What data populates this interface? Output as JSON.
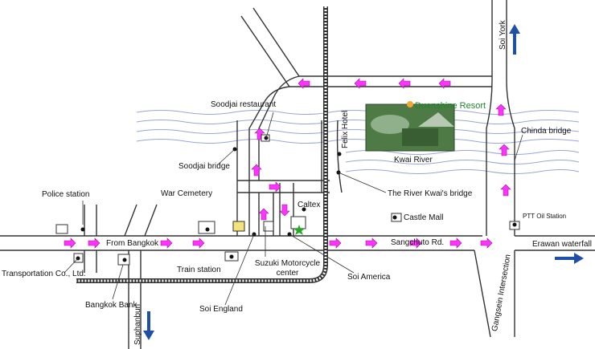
{
  "labels": {
    "soi_york": "Soi York",
    "soodjai_restaurant": "Soodjai restaurant",
    "felix_hotel": "Felix Hotel",
    "duenshine_resort": "Duenshine Resort",
    "china_bridge": "Chinda bridge",
    "soodjai_bridge": "Soodjai bridge",
    "kwai_river": "Kwai River",
    "police_station": "Police station",
    "war_cemetery": "War Cemetery",
    "caltex": "Caltex",
    "river_kwai_bridge": "The River Kwai's bridge",
    "castle_mall": "Castle Mall",
    "ptt_oil_station": "PTT Oil Station",
    "from_bangkok": "From Bangkok",
    "sangchuto_rd": "Sangchuto Rd.",
    "erawan_waterfall": "Erawan waterfall",
    "transportation_co": "Transportation Co., Ltd.",
    "train_station": "Train station",
    "suzuki_center": "Suzuki Motorcycle center",
    "soi_america": "Soi America",
    "bangkok_bank": "Bangkok Bank",
    "soi_england": "Soi England",
    "suphanburi": "Suphanburi",
    "gangsein_intersection": "Gangsein Intersection"
  },
  "colors": {
    "road": "#333333",
    "route_arrow": "#ff33ff",
    "river": "#9aa6d6",
    "direction_arrow": "#1f4fa8",
    "star": "#22aa22",
    "railway": "#333333"
  },
  "icons": [
    "north-arrow-icon",
    "south-arrow-icon",
    "east-arrow-icon",
    "star-icon",
    "resort-photo"
  ]
}
